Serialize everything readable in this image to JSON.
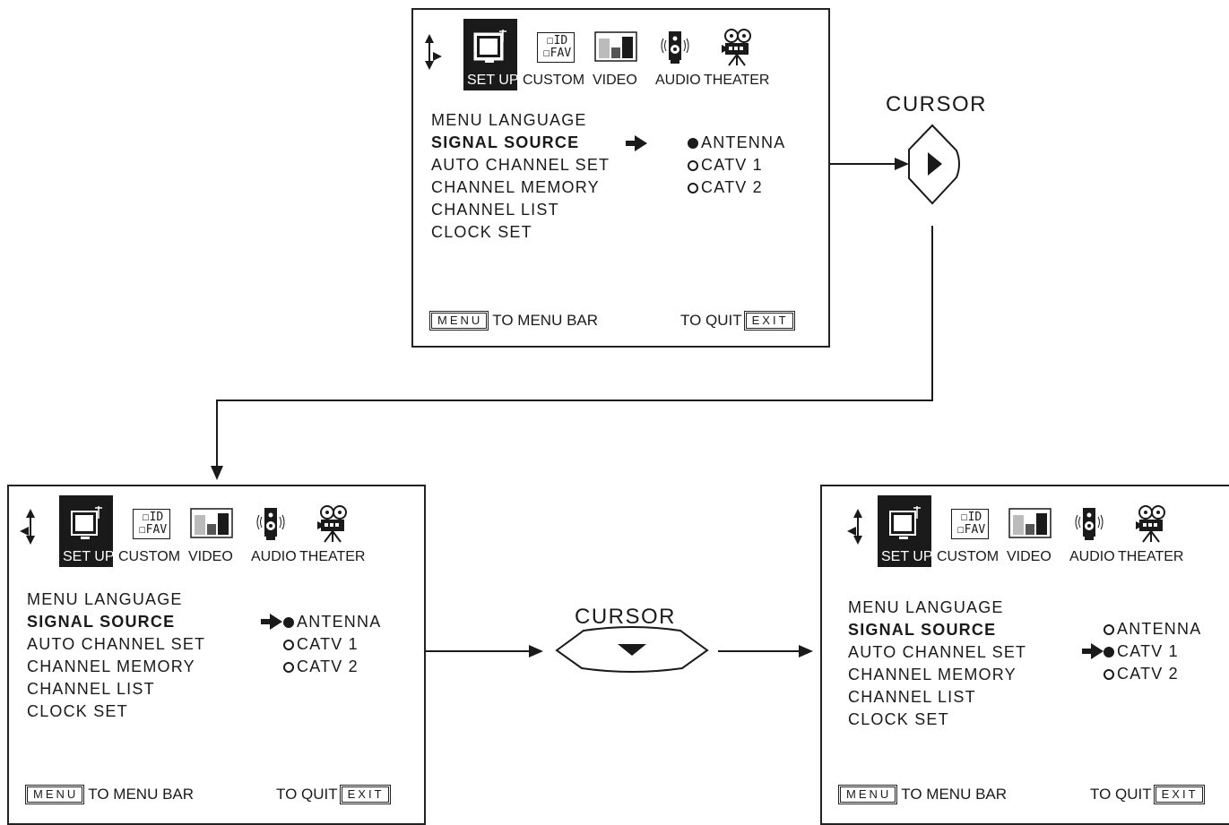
{
  "menubar": {
    "items": [
      {
        "label": "SET UP",
        "icon": "tv-icon",
        "selected": true
      },
      {
        "label": "CUSTOM",
        "icon": "id-fav-icon",
        "selected": false
      },
      {
        "label": "VIDEO",
        "icon": "video-bars-icon",
        "selected": false
      },
      {
        "label": "AUDIO",
        "icon": "speaker-icon",
        "selected": false
      },
      {
        "label": "THEATER",
        "icon": "film-camera-icon",
        "selected": false
      }
    ],
    "custom_icon_text": [
      "ID",
      "FAV"
    ]
  },
  "menu_items": [
    "MENU LANGUAGE",
    "SIGNAL SOURCE",
    "AUTO CHANNEL SET",
    "CHANNEL MEMORY",
    "CHANNEL LIST",
    "CLOCK SET"
  ],
  "options": [
    "ANTENNA",
    "CATV 1",
    "CATV 2"
  ],
  "footer": {
    "menu_key": "MENU",
    "menu_text": "TO MENU BAR",
    "quit_text": "TO QUIT",
    "exit_key": "EXIT"
  },
  "cursor_label": "CURSOR",
  "screens": {
    "top": {
      "selected_option": "ANTENNA",
      "arrow_on_option": "ANTENNA"
    },
    "bottom_left": {
      "selected_option": "ANTENNA",
      "arrow_on_option": "ANTENNA"
    },
    "bottom_right": {
      "selected_option": "CATV 1",
      "arrow_on_option": "CATV 1"
    }
  },
  "colors": {
    "ink": "#1a1a1a",
    "background": "#ffffff"
  }
}
